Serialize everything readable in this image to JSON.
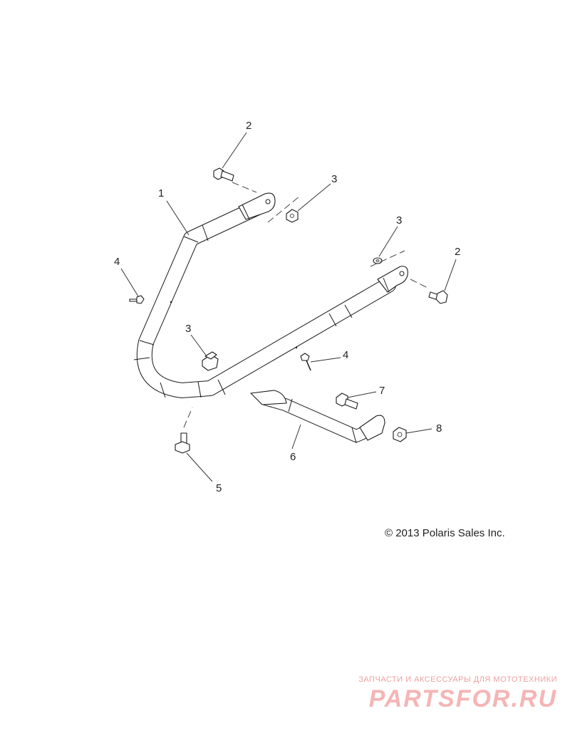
{
  "callouts": [
    {
      "id": "c1",
      "label": "1"
    },
    {
      "id": "c2a",
      "label": "2"
    },
    {
      "id": "c2b",
      "label": "2"
    },
    {
      "id": "c3a",
      "label": "3"
    },
    {
      "id": "c3b",
      "label": "3"
    },
    {
      "id": "c3c",
      "label": "3"
    },
    {
      "id": "c4a",
      "label": "4"
    },
    {
      "id": "c4b",
      "label": "4"
    },
    {
      "id": "c5",
      "label": "5"
    },
    {
      "id": "c6",
      "label": "6"
    },
    {
      "id": "c7",
      "label": "7"
    },
    {
      "id": "c8",
      "label": "8"
    }
  ],
  "copyright": "© 2013 Polaris Sales Inc.",
  "watermark": {
    "tagline": "ЗАПЧАСТИ И АКСЕССУАРЫ ДЛЯ МОТОТЕХНИКИ",
    "brand": "PARTSFOR.RU"
  },
  "colors": {
    "line": "#1a1a1a",
    "watermark": "#f5b5b5"
  }
}
